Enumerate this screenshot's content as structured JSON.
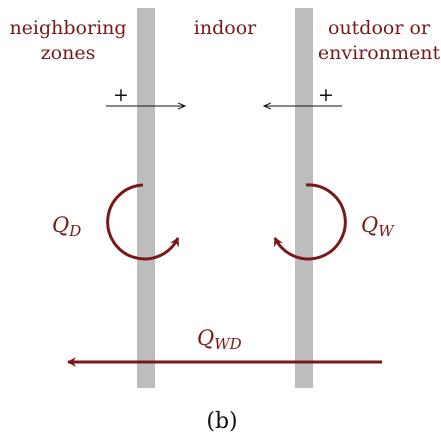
{
  "zones": {
    "left_line1": "neighboring",
    "left_line2": "zones",
    "middle": "indoor",
    "right_line1": "outdoor or",
    "right_line2": "environment"
  },
  "signs": {
    "left_plus": "+",
    "right_plus": "+"
  },
  "flows": {
    "q_d_symbol": "Q",
    "q_d_subscript": "D",
    "q_w_symbol": "Q",
    "q_w_subscript": "W",
    "q_wd_symbol": "Q",
    "q_wd_subscript": "WD"
  },
  "caption": "(b)",
  "colors": {
    "wall": "#bdbdbd",
    "flow": "#7a1818",
    "text_dark": "#111111"
  }
}
